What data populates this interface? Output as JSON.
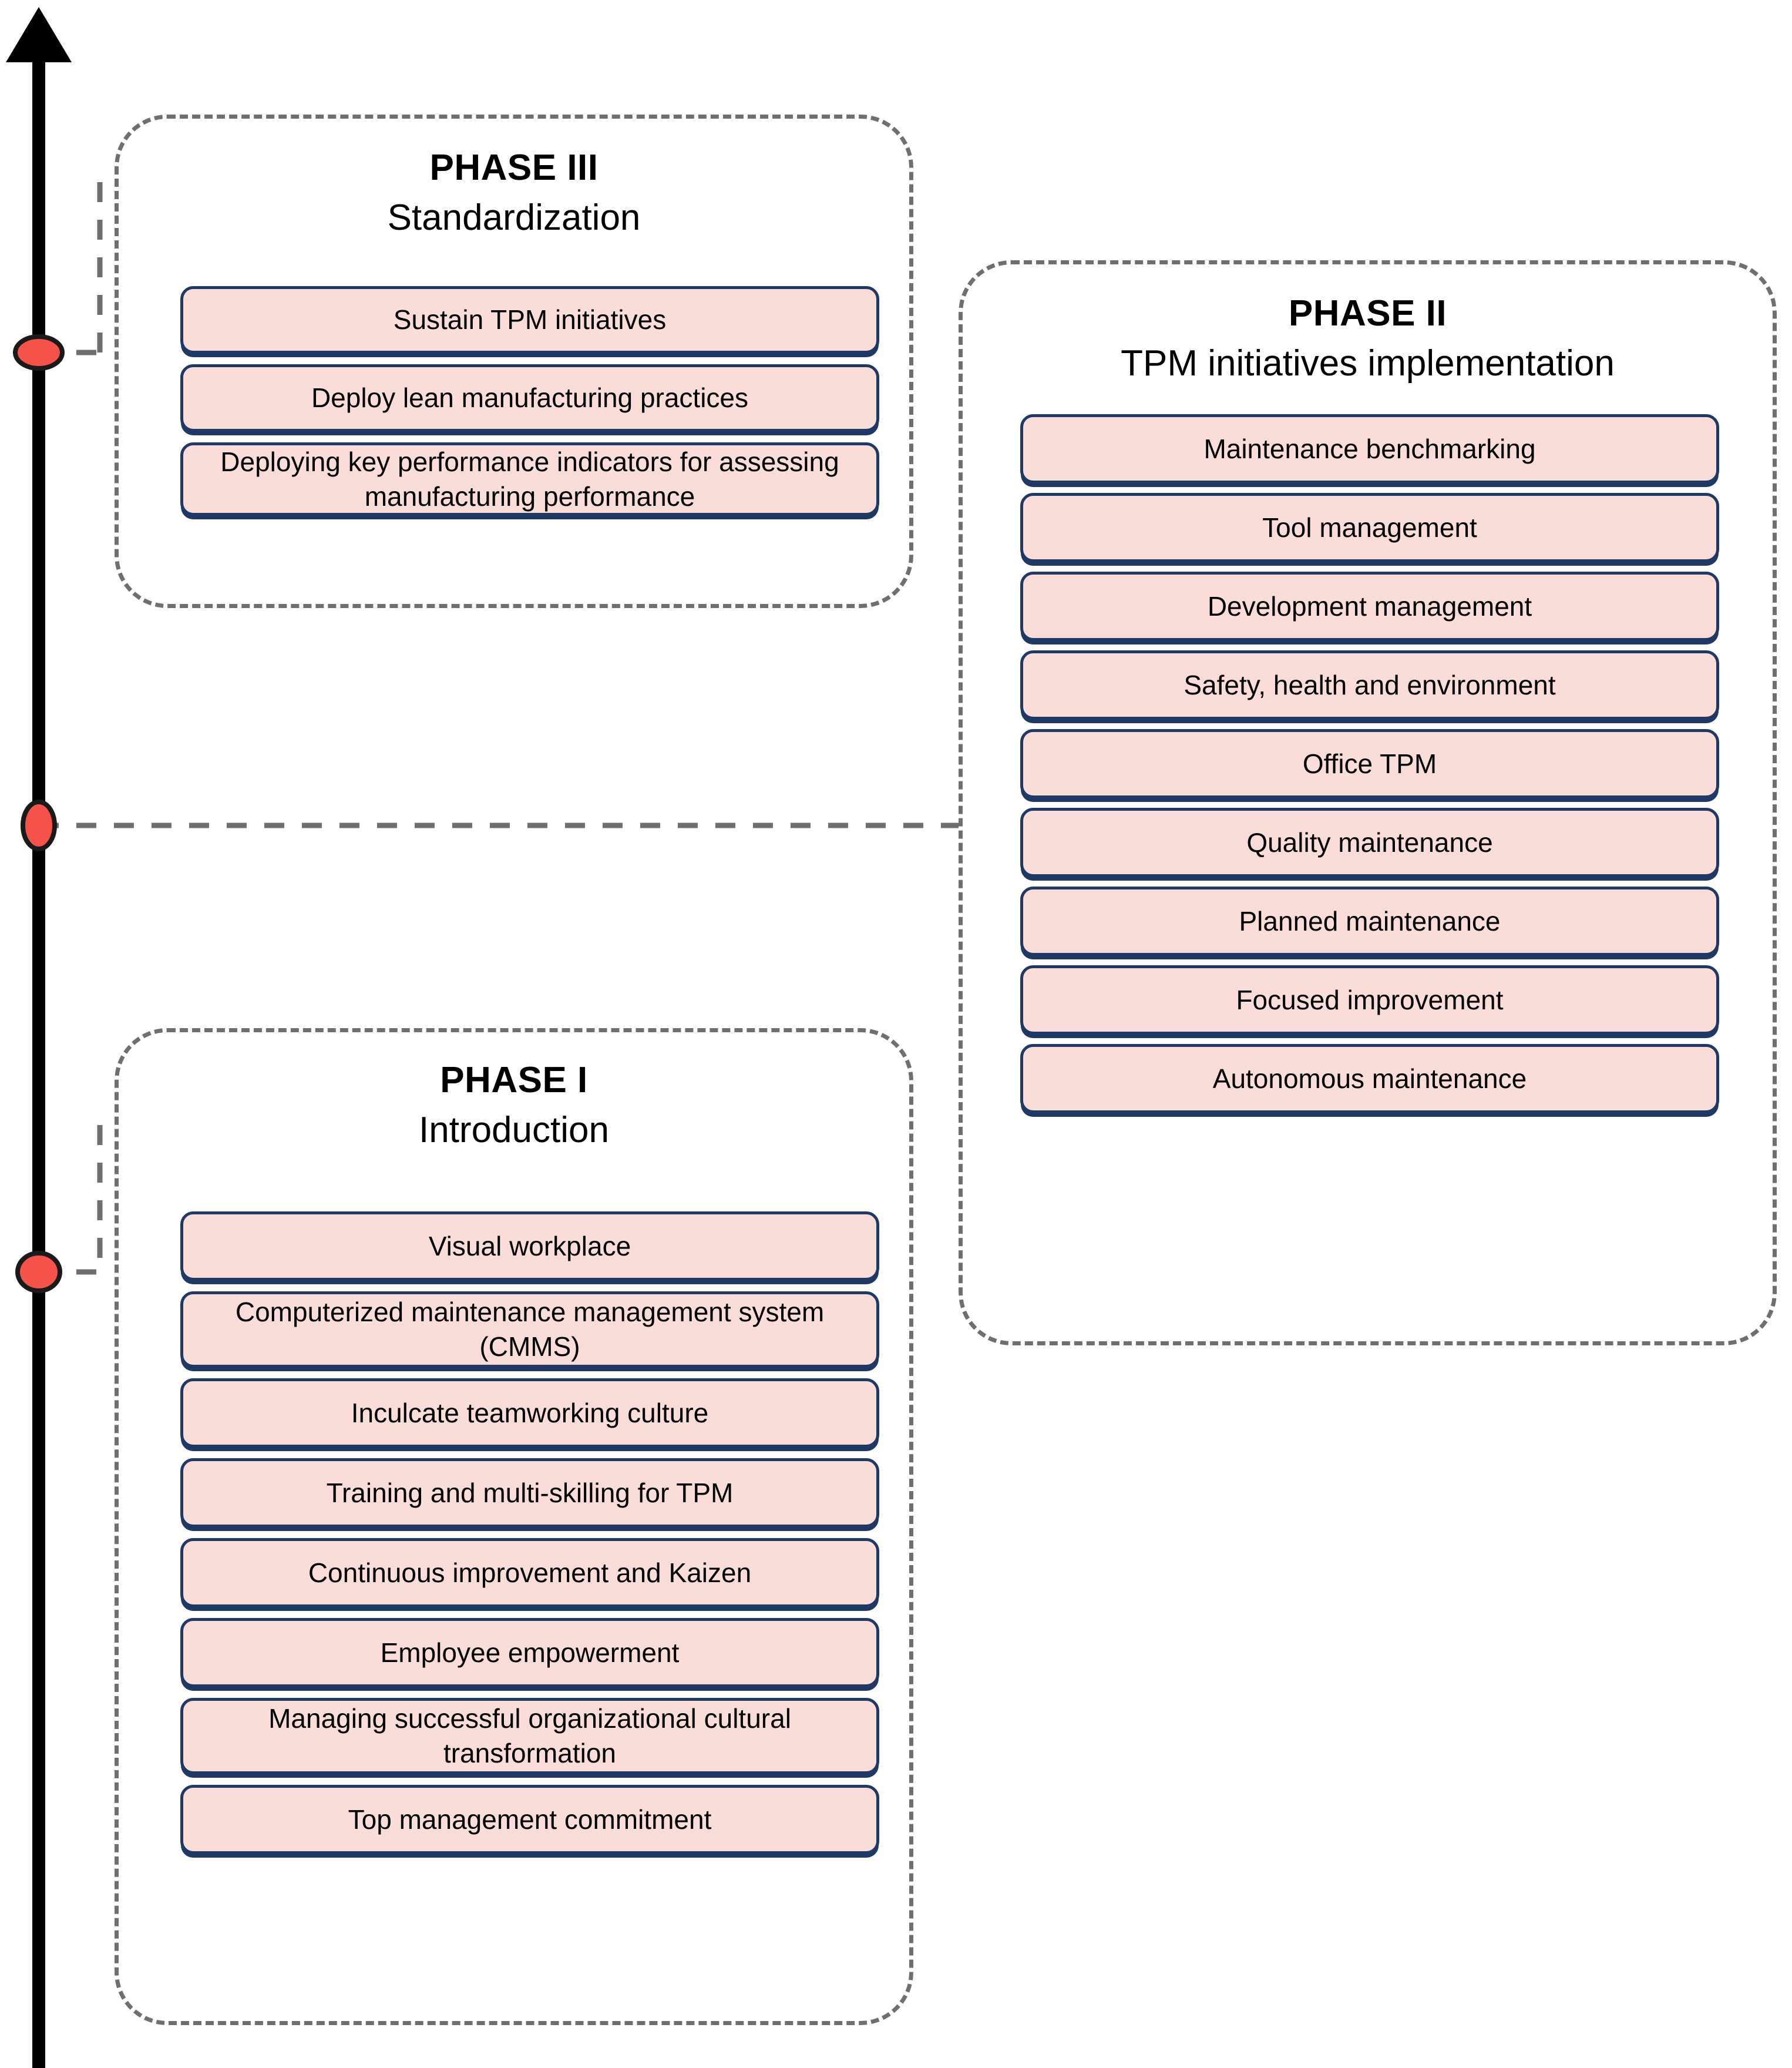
{
  "diagram": {
    "axis": {
      "name": "progression-arrow",
      "direction": "upward",
      "color": "#000000",
      "milestone_color": "#F5534A",
      "milestones": 3
    },
    "connector_color": "#6f6f6f",
    "chip_fill": "#FADCD8",
    "chip_border": "#1F3864"
  },
  "phases": [
    {
      "id": "phase-3",
      "title": "PHASE III",
      "subtitle": "Standardization",
      "items": [
        {
          "label": "Sustain TPM initiatives",
          "lines": 1
        },
        {
          "label": "Deploy lean manufacturing practices",
          "lines": 1
        },
        {
          "label": "Deploying key performance indicators for assessing manufacturing performance",
          "lines": 2
        }
      ]
    },
    {
      "id": "phase-2",
      "title": "PHASE II",
      "subtitle": "TPM initiatives implementation",
      "items": [
        {
          "label": "Maintenance benchmarking",
          "lines": 1
        },
        {
          "label": "Tool management",
          "lines": 1
        },
        {
          "label": "Development management",
          "lines": 1
        },
        {
          "label": "Safety, health and environment",
          "lines": 1
        },
        {
          "label": "Office TPM",
          "lines": 1
        },
        {
          "label": "Quality maintenance",
          "lines": 1
        },
        {
          "label": "Planned maintenance",
          "lines": 1
        },
        {
          "label": "Focused improvement",
          "lines": 1
        },
        {
          "label": "Autonomous maintenance",
          "lines": 1
        }
      ]
    },
    {
      "id": "phase-1",
      "title": "PHASE I",
      "subtitle": "Introduction",
      "items": [
        {
          "label": "Visual workplace",
          "lines": 1
        },
        {
          "label": "Computerized maintenance management system (CMMS)",
          "lines": 2
        },
        {
          "label": "Inculcate teamworking culture",
          "lines": 1
        },
        {
          "label": "Training and multi-skilling for TPM",
          "lines": 1
        },
        {
          "label": "Continuous improvement and Kaizen",
          "lines": 1
        },
        {
          "label": "Employee empowerment",
          "lines": 1
        },
        {
          "label": "Managing successful organizational cultural transformation",
          "lines": 2
        },
        {
          "label": "Top management commitment",
          "lines": 1
        }
      ]
    }
  ]
}
